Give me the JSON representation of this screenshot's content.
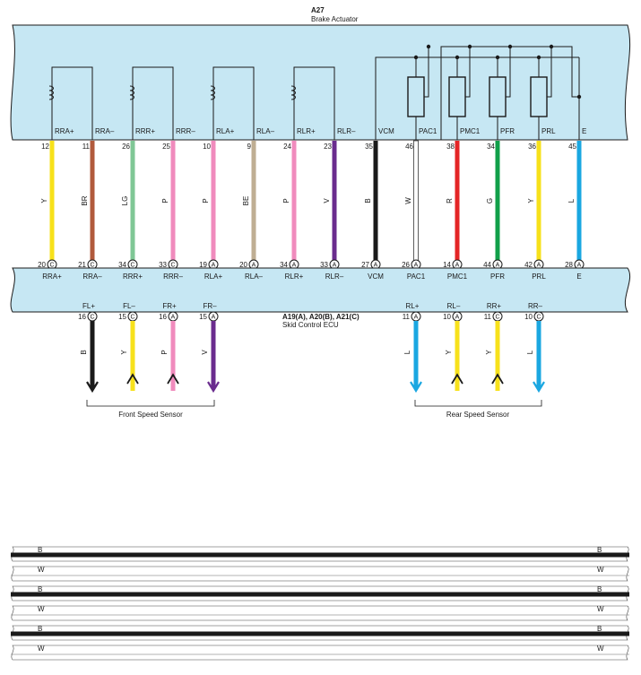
{
  "actuator": {
    "code": "A27",
    "name": "Brake Actuator",
    "terminals": [
      {
        "label": "RRA+",
        "pin": "12",
        "color_code": "Y",
        "hex": "#f7e11b"
      },
      {
        "label": "RRA–",
        "pin": "11",
        "color_code": "BR",
        "hex": "#b15a3c"
      },
      {
        "label": "RRR+",
        "pin": "26",
        "color_code": "LG",
        "hex": "#7fc795"
      },
      {
        "label": "RRR–",
        "pin": "25",
        "color_code": "P",
        "hex": "#f08bbd"
      },
      {
        "label": "RLA+",
        "pin": "10",
        "color_code": "P",
        "hex": "#f08bbd"
      },
      {
        "label": "RLA–",
        "pin": "9",
        "color_code": "BE",
        "hex": "#bfae93"
      },
      {
        "label": "RLR+",
        "pin": "24",
        "color_code": "P",
        "hex": "#f08bbd"
      },
      {
        "label": "RLR–",
        "pin": "23",
        "color_code": "V",
        "hex": "#6a2c8e"
      },
      {
        "label": "VCM",
        "pin": "35",
        "color_code": "B",
        "hex": "#1a1a1a"
      },
      {
        "label": "PAC1",
        "pin": "46",
        "color_code": "W",
        "hex": "#ffffff"
      },
      {
        "label": "PMC1",
        "pin": "38",
        "color_code": "R",
        "hex": "#e42526"
      },
      {
        "label": "PFR",
        "pin": "34",
        "color_code": "G",
        "hex": "#11a04a"
      },
      {
        "label": "PRL",
        "pin": "36",
        "color_code": "Y",
        "hex": "#f7e11b"
      },
      {
        "label": "E",
        "pin": "45",
        "color_code": "L",
        "hex": "#1aa7e1"
      }
    ]
  },
  "ecu": {
    "code": "A19(A), A20(B), A21(C)",
    "name": "Skid Control ECU",
    "terminals": [
      {
        "label": "RRA+",
        "pin": "20",
        "conn": "C"
      },
      {
        "label": "RRA–",
        "pin": "21",
        "conn": "C"
      },
      {
        "label": "RRR+",
        "pin": "34",
        "conn": "C"
      },
      {
        "label": "RRR–",
        "pin": "33",
        "conn": "C"
      },
      {
        "label": "RLA+",
        "pin": "19",
        "conn": "A"
      },
      {
        "label": "RLA–",
        "pin": "20",
        "conn": "A"
      },
      {
        "label": "RLR+",
        "pin": "34",
        "conn": "A"
      },
      {
        "label": "RLR–",
        "pin": "33",
        "conn": "A"
      },
      {
        "label": "VCM",
        "pin": "27",
        "conn": "A"
      },
      {
        "label": "PAC1",
        "pin": "26",
        "conn": "A"
      },
      {
        "label": "PMC1",
        "pin": "14",
        "conn": "A"
      },
      {
        "label": "PFR",
        "pin": "44",
        "conn": "A"
      },
      {
        "label": "PRL",
        "pin": "42",
        "conn": "A"
      },
      {
        "label": "E",
        "pin": "28",
        "conn": "A"
      }
    ],
    "speed_terminals": [
      {
        "label": "FL+",
        "pin": "16",
        "conn": "C",
        "color_code": "B",
        "hex": "#1a1a1a",
        "dir": "down"
      },
      {
        "label": "FL–",
        "pin": "15",
        "conn": "C",
        "color_code": "Y",
        "hex": "#f7e11b",
        "dir": "up"
      },
      {
        "label": "FR+",
        "pin": "16",
        "conn": "A",
        "color_code": "P",
        "hex": "#f08bbd",
        "dir": "up"
      },
      {
        "label": "FR–",
        "pin": "15",
        "conn": "A",
        "color_code": "V",
        "hex": "#6a2c8e",
        "dir": "down"
      },
      {
        "label": "RL+",
        "pin": "11",
        "conn": "A",
        "color_code": "L",
        "hex": "#1aa7e1",
        "dir": "down"
      },
      {
        "label": "RL–",
        "pin": "10",
        "conn": "A",
        "color_code": "Y",
        "hex": "#f7e11b",
        "dir": "up"
      },
      {
        "label": "RR+",
        "pin": "11",
        "conn": "C",
        "color_code": "Y",
        "hex": "#f7e11b",
        "dir": "up"
      },
      {
        "label": "RR–",
        "pin": "10",
        "conn": "C",
        "color_code": "L",
        "hex": "#1aa7e1",
        "dir": "down"
      }
    ]
  },
  "sensor_groups": {
    "front": "Front Speed Sensor",
    "rear": "Rear Speed Sensor"
  },
  "legend_wires": [
    {
      "code": "B",
      "hex": "#1a1a1a"
    },
    {
      "code": "W",
      "hex": "#ffffff"
    },
    {
      "code": "B",
      "hex": "#1a1a1a"
    },
    {
      "code": "W",
      "hex": "#ffffff"
    },
    {
      "code": "B",
      "hex": "#1a1a1a"
    },
    {
      "code": "W",
      "hex": "#ffffff"
    }
  ],
  "colors": {
    "box_fill": "#c6e7f3",
    "stroke": "#1a1a1a"
  }
}
